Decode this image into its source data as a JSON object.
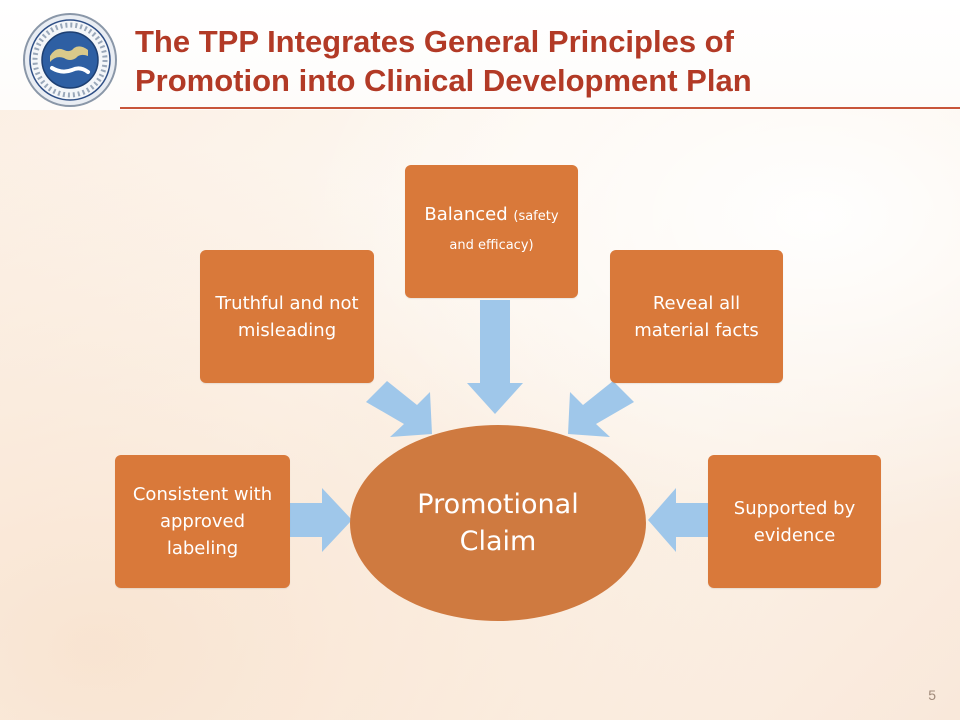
{
  "slide": {
    "title_line1": "The TPP Integrates General Principles of",
    "title_line2": "Promotion into Clinical Development Plan",
    "page_number": "5"
  },
  "diagram": {
    "center": "Promotional Claim",
    "nodes": {
      "consistent": "Consistent with approved labeling",
      "truthful": "Truthful and not misleading",
      "balanced_main": "Balanced",
      "balanced_note": "(safety and efficacy)",
      "reveal": "Reveal all material facts",
      "supported": "Supported by evidence"
    }
  },
  "colors": {
    "box_fill": "#d9793a",
    "center_fill": "#cf7a40",
    "arrow_fill": "#9fc7ea",
    "title_color": "#b23a26"
  },
  "icons": [
    "association-seal-logo"
  ]
}
